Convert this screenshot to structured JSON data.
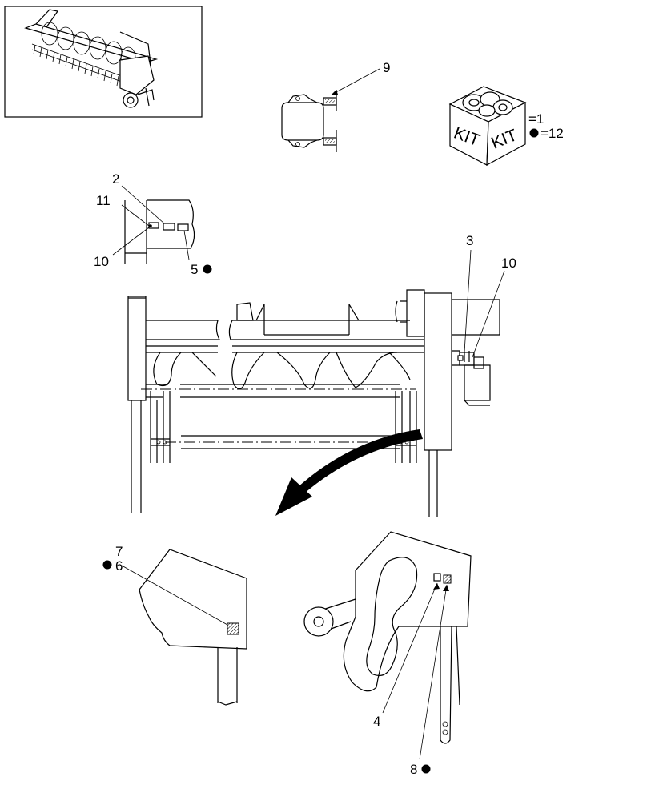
{
  "callouts": {
    "c2": "2",
    "c3": "3",
    "c4": "4",
    "c5": "5",
    "c6": "6",
    "c7": "7",
    "c8": "8",
    "c9": "9",
    "c10a": "10",
    "c10b": "10",
    "c11": "11"
  },
  "kit": {
    "face_left": "KIT",
    "face_right": "KIT",
    "qty_kit": "=1",
    "qty_dot": "=12"
  }
}
